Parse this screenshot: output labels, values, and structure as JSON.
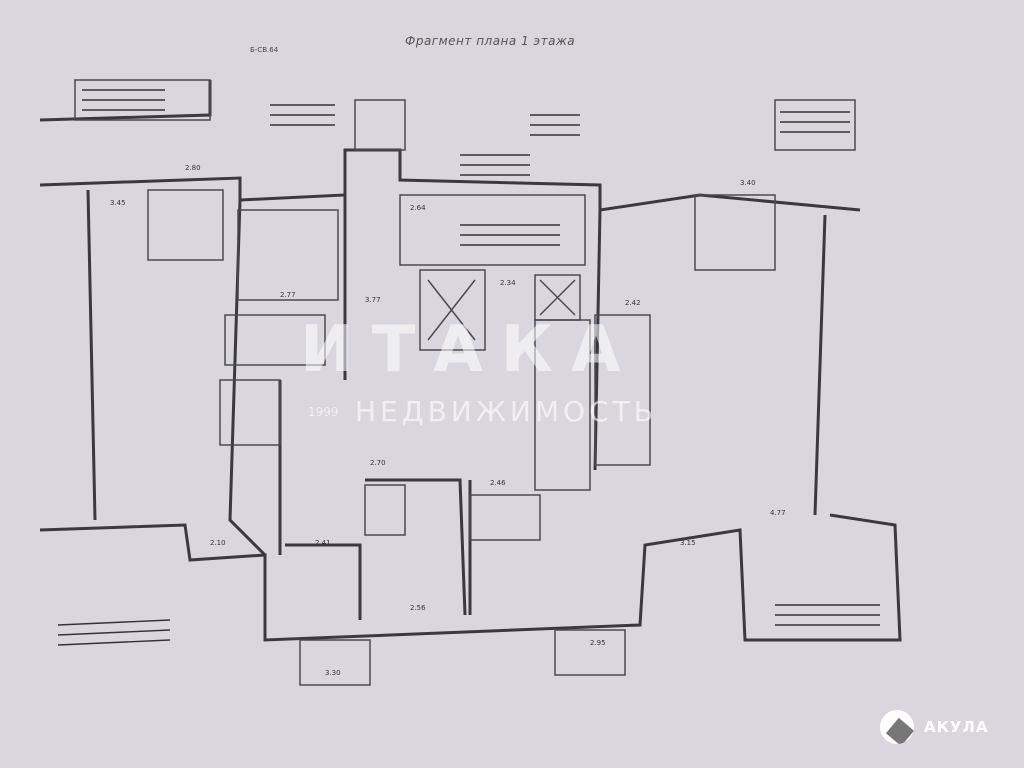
{
  "plan": {
    "title": "Фрагмент плана 1 этажа",
    "sheet_code": "Б-СВ.64",
    "dimension_labels": [
      "2.80",
      "3.45",
      "2.77",
      "3.40",
      "2.70",
      "2.64",
      "3.77",
      "2.41",
      "2.56",
      "2.95",
      "3.30",
      "2.10",
      "2.46",
      "4.77",
      "3.15",
      "2.42",
      "2.34"
    ]
  },
  "watermark": {
    "brand": "ИТАКА",
    "year": "1999",
    "subtitle": "НЕДВИЖИМОСТЬ"
  },
  "logo": {
    "name": "АКУЛА"
  }
}
